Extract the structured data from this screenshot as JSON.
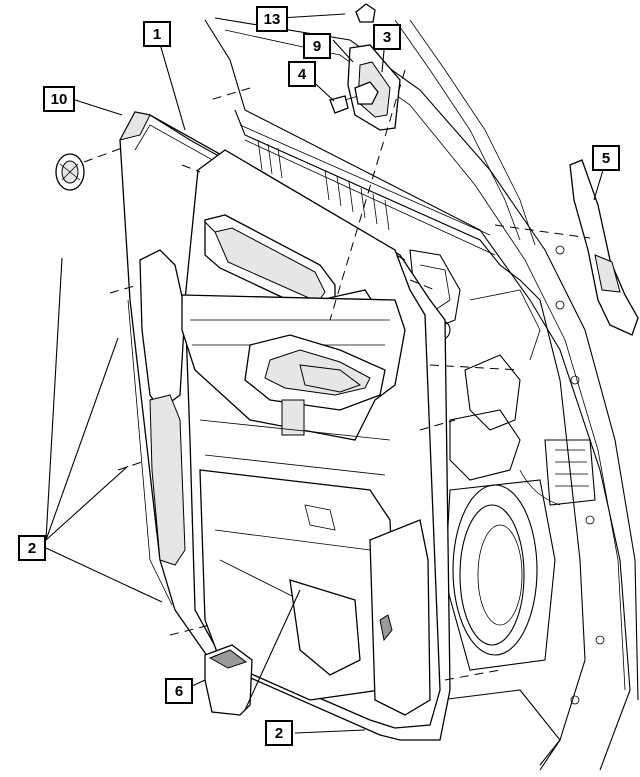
{
  "callouts": [
    {
      "id": "c1",
      "label": "1"
    },
    {
      "id": "c2a",
      "label": "2"
    },
    {
      "id": "c2b",
      "label": "2"
    },
    {
      "id": "c3",
      "label": "3"
    },
    {
      "id": "c4",
      "label": "4"
    },
    {
      "id": "c5",
      "label": "5"
    },
    {
      "id": "c6",
      "label": "6"
    },
    {
      "id": "c9",
      "label": "9"
    },
    {
      "id": "c10",
      "label": "10"
    },
    {
      "id": "c13",
      "label": "13"
    }
  ],
  "parts": {
    "door_trim_panel": "1",
    "push_pin_retainers": "2",
    "mirror_flag_bezel": "3",
    "screw": "4",
    "sail_cover": "5",
    "pocket_insert": "6",
    "bezel_clip": "9",
    "trim_plug": "10",
    "cap": "13"
  }
}
